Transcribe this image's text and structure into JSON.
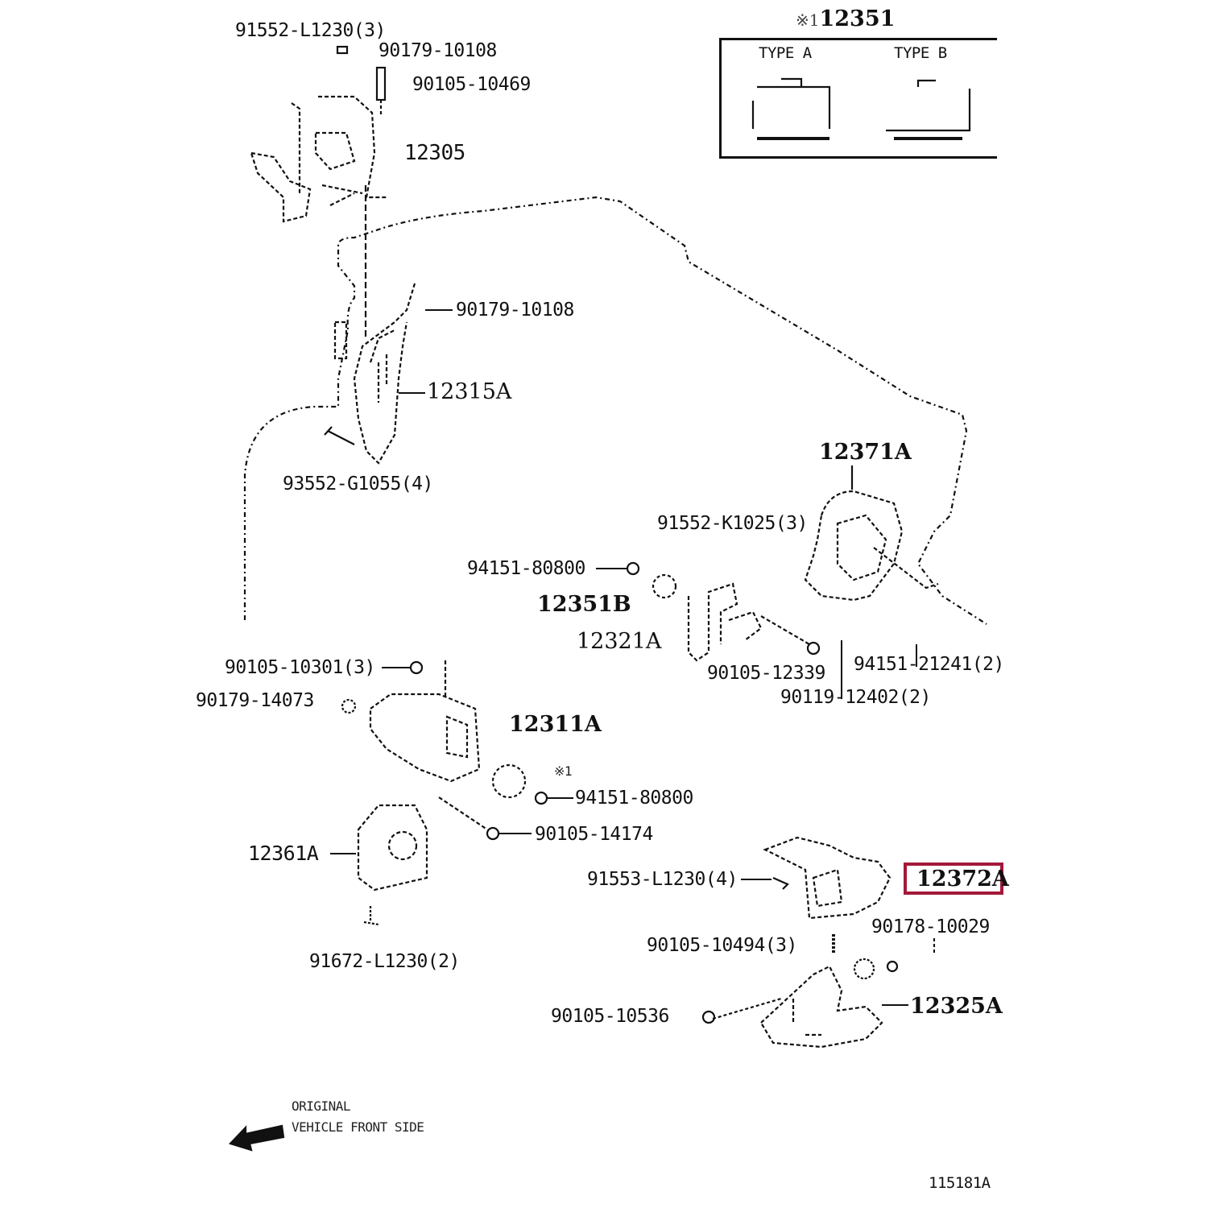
{
  "diagram": {
    "type": "exploded parts diagram",
    "subject": "engine mounting",
    "highlight_color": "#a3183a",
    "line_color": "#111111",
    "background": "#ffffff",
    "highlighted_part": "12372A",
    "figure_code": "115181A",
    "legend_box": {
      "title_mark": "※1",
      "title": "12351",
      "types": [
        "TYPE A",
        "TYPE B"
      ]
    },
    "direction_note": {
      "line1": "ORIGINAL",
      "line2": "VEHICLE FRONT SIDE",
      "icon": "arrow-left-icon"
    },
    "note_mark": "※1",
    "labels": {
      "p91552_L1230": "91552-L1230(3)",
      "p90179_10108_top": "90179-10108",
      "p90105_10469": "90105-10469",
      "p12305": "12305",
      "p90179_10108_mid": "90179-10108",
      "p12315A": "12315A",
      "p93552_G1055": "93552-G1055(4)",
      "p12371A": "12371A",
      "p91552_K1025": "91552-K1025(3)",
      "p94151_80800_a": "94151-80800",
      "p12351B": "12351B",
      "p12321A": "12321A",
      "p90105_12339": "90105-12339",
      "p94151_21241": "94151-21241(2)",
      "p90119_12402": "90119-12402(2)",
      "p90105_10301": "90105-10301(3)",
      "p90179_14073": "90179-14073",
      "p12311A": "12311A",
      "p94151_80800_b": "94151-80800",
      "p90105_14174": "90105-14174",
      "p12361A": "12361A",
      "p91672_L1230": "91672-L1230(2)",
      "p91553_L1230": "91553-L1230(4)",
      "p12372A": "12372A",
      "p90178_10029": "90178-10029",
      "p90105_10494": "90105-10494(3)",
      "p12325A": "12325A",
      "p90105_10536": "90105-10536"
    }
  }
}
